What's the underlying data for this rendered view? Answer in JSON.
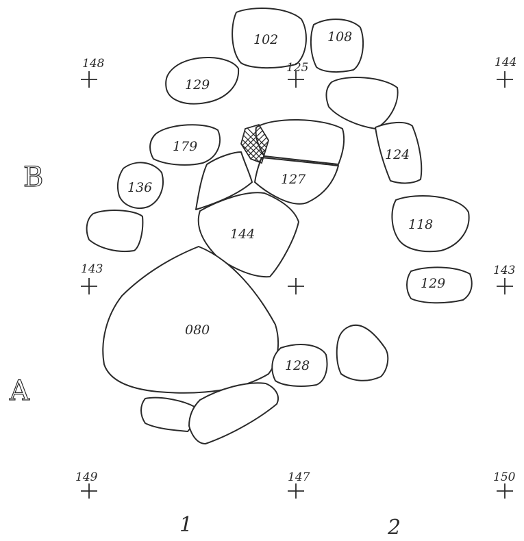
{
  "stones": [
    {
      "id": "s102",
      "label": "102"
    },
    {
      "id": "s108",
      "label": "108"
    },
    {
      "id": "s129a",
      "label": "129"
    },
    {
      "id": "s179",
      "label": "179"
    },
    {
      "id": "s136",
      "label": "136"
    },
    {
      "id": "s127",
      "label": "127"
    },
    {
      "id": "s144",
      "label": "144"
    },
    {
      "id": "s124",
      "label": "124"
    },
    {
      "id": "s118",
      "label": "118"
    },
    {
      "id": "s129b",
      "label": "129"
    },
    {
      "id": "s080",
      "label": "080"
    },
    {
      "id": "s128",
      "label": "128"
    },
    {
      "id": "s_unl_topright",
      "label": ""
    },
    {
      "id": "s_unl_left",
      "label": ""
    },
    {
      "id": "s_unl_mid",
      "label": ""
    },
    {
      "id": "s_unl_slab",
      "label": ""
    },
    {
      "id": "s_unl_right",
      "label": ""
    },
    {
      "id": "s_unl_bottom_small",
      "label": ""
    },
    {
      "id": "s_unl_bottom_long",
      "label": ""
    }
  ],
  "elevations": [
    {
      "id": "e148",
      "label": "148"
    },
    {
      "id": "e125",
      "label": "125"
    },
    {
      "id": "e144",
      "label": "144"
    },
    {
      "id": "e143a",
      "label": "143"
    },
    {
      "id": "e143b",
      "label": "143"
    },
    {
      "id": "e149",
      "label": "149"
    },
    {
      "id": "e147",
      "label": "147"
    },
    {
      "id": "e150",
      "label": "150"
    }
  ],
  "grid": {
    "rows": [
      "A",
      "B"
    ],
    "columns": [
      "1",
      "2"
    ]
  },
  "colors": {
    "ink": "#2a2a2a",
    "paper": "#ffffff"
  }
}
